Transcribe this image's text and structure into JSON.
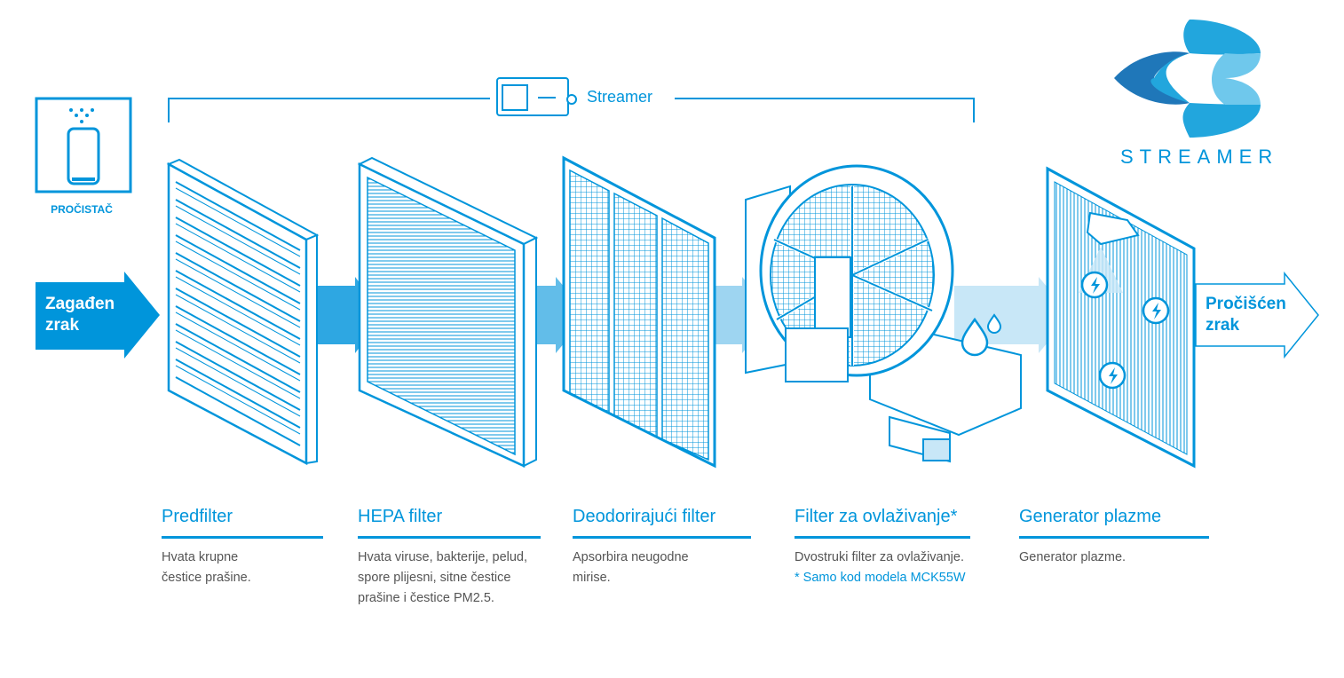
{
  "device": {
    "label": "PROČISTAČ"
  },
  "streamer_bracket": {
    "label": "Streamer"
  },
  "logo": {
    "text": "STREAMER"
  },
  "inflow": {
    "line1": "Zagađen",
    "line2": "zrak"
  },
  "outflow": {
    "line1": "Pročišćen",
    "line2": "zrak"
  },
  "stages": [
    {
      "title": "Predfilter",
      "lines": [
        "Hvata krupne",
        "čestice prašine."
      ]
    },
    {
      "title": "HEPA filter",
      "lines": [
        "Hvata viruse, bakterije, pelud,",
        "spore plijesni, sitne čestice",
        "prašine i čestice PM2.5."
      ]
    },
    {
      "title": "Deodorirajući filter",
      "lines": [
        "Apsorbira neugodne",
        "mirise."
      ]
    },
    {
      "title": "Filter za ovlaživanje*",
      "lines": [
        "Dvostruki filter za ovlaživanje."
      ],
      "note": "* Samo kod modela MCK55W"
    },
    {
      "title": "Generator plazme",
      "lines": [
        "Generator plazme."
      ]
    }
  ],
  "colors": {
    "primary": "#0095db",
    "arrow1": "#2ea7e2",
    "arrow2": "#62bde9",
    "arrow3": "#9ed5f1",
    "arrow4": "#c8e7f7"
  }
}
